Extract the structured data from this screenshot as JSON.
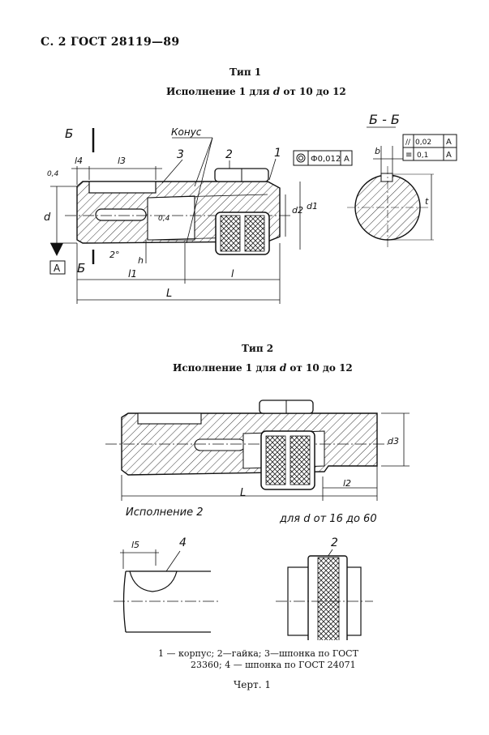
{
  "header": {
    "page_ref": "С. 2 ГОСТ 28119—89"
  },
  "type1": {
    "title": "Тип 1",
    "subtitle_prefix": "Исполнение 1 для ",
    "subtitle_var": "d",
    "subtitle_suffix": " от 10 до 12",
    "labels": {
      "section_mark": "Б",
      "section_view": "Б - Б",
      "cone": "Конус",
      "pos1": "1",
      "pos2": "2",
      "pos3": "3",
      "l4": "l4",
      "l3": "l3",
      "l1": "l1",
      "l": "l",
      "L": "L",
      "d": "d",
      "d1": "d1",
      "d2": "d2",
      "h": "h",
      "b": "b",
      "t": "t",
      "chamfer1": "0,4",
      "chamfer2": "0,4",
      "angle": "2°",
      "datum": "A",
      "tol_concentric": "Ф0,012",
      "tol_parallel": "0,02",
      "tol_symmetry": "0,1"
    }
  },
  "type2": {
    "title": "Тип 2",
    "subtitle_prefix": "Исполнение 1 для ",
    "subtitle_var": "d",
    "subtitle_suffix": " от 10 до 12",
    "labels": {
      "d3": "d3",
      "L": "L",
      "l2": "l2"
    }
  },
  "execution2": {
    "label": "Исполнение 2",
    "range": "для d от 16 до 60",
    "l5": "l5",
    "pos4": "4",
    "pos2": "2"
  },
  "legend": {
    "line1": "1 — корпус;   2—гайка;   3—шпонка   по   ГОСТ",
    "line2": "23360;  4 — шпонка  по  ГОСТ  24071"
  },
  "figure_caption": "Черт. 1"
}
